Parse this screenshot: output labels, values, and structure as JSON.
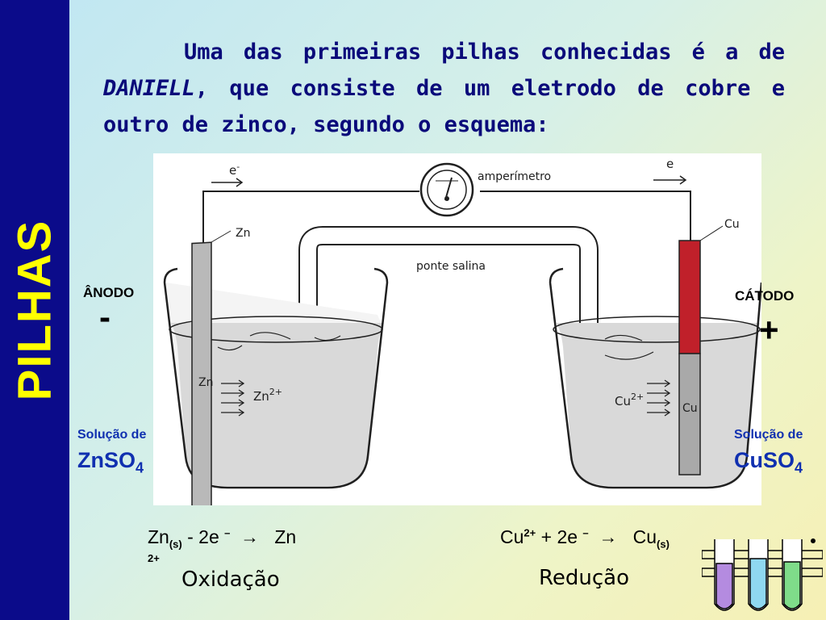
{
  "sidebar": {
    "title": "PILHAS"
  },
  "intro": {
    "part1": "Uma das primeiras pilhas conhecidas é a de ",
    "name": "DANIELL",
    "part2": ", que consiste de um eletrodo de cobre e outro de zinco, segundo o esquema:"
  },
  "diagram": {
    "electron_left": "e",
    "electron_left_sup": "-",
    "electron_right": "e",
    "ammeter": "amperímetro",
    "salt_bridge": "ponte salina",
    "zn_label": "Zn",
    "cu_label": "Cu",
    "zn_rod": "Zn",
    "zn_ion": "Zn",
    "zn_ion_charge": "2+",
    "cu_ion": "Cu",
    "cu_ion_charge": "2+",
    "cu_rod": "Cu",
    "colors": {
      "zinc": "#b9b9b9",
      "copper": "#c0202a",
      "solution": "#d8d8d8",
      "outline": "#202020"
    }
  },
  "anode": {
    "title": "ÂNODO",
    "sign": "-",
    "solution_caption": "Solução de",
    "formula": "ZnSO",
    "formula_sub": "4"
  },
  "cathode": {
    "title": "CÁTODO",
    "sign": "+",
    "solution_caption": "Solução de",
    "formula": "CuSO",
    "formula_sub": "4"
  },
  "oxidation": {
    "reactant": "Zn",
    "reactant_state": "(s)",
    "minus": " - 2e ",
    "electron_charge": "–",
    "arrow": "→",
    "product": "Zn",
    "product_charge": "2+",
    "name": "Oxidação"
  },
  "reduction": {
    "reactant": "Cu",
    "reactant_charge": "2+",
    "plus": " +  2e ",
    "electron_charge": "–",
    "arrow": "→",
    "product": "Cu",
    "product_state": "(s)",
    "name": "Redução"
  },
  "decoration": {
    "icon": "test-tubes-icon",
    "tube_colors": [
      "#b48be0",
      "#8fd8f0",
      "#7fdc8a"
    ]
  }
}
